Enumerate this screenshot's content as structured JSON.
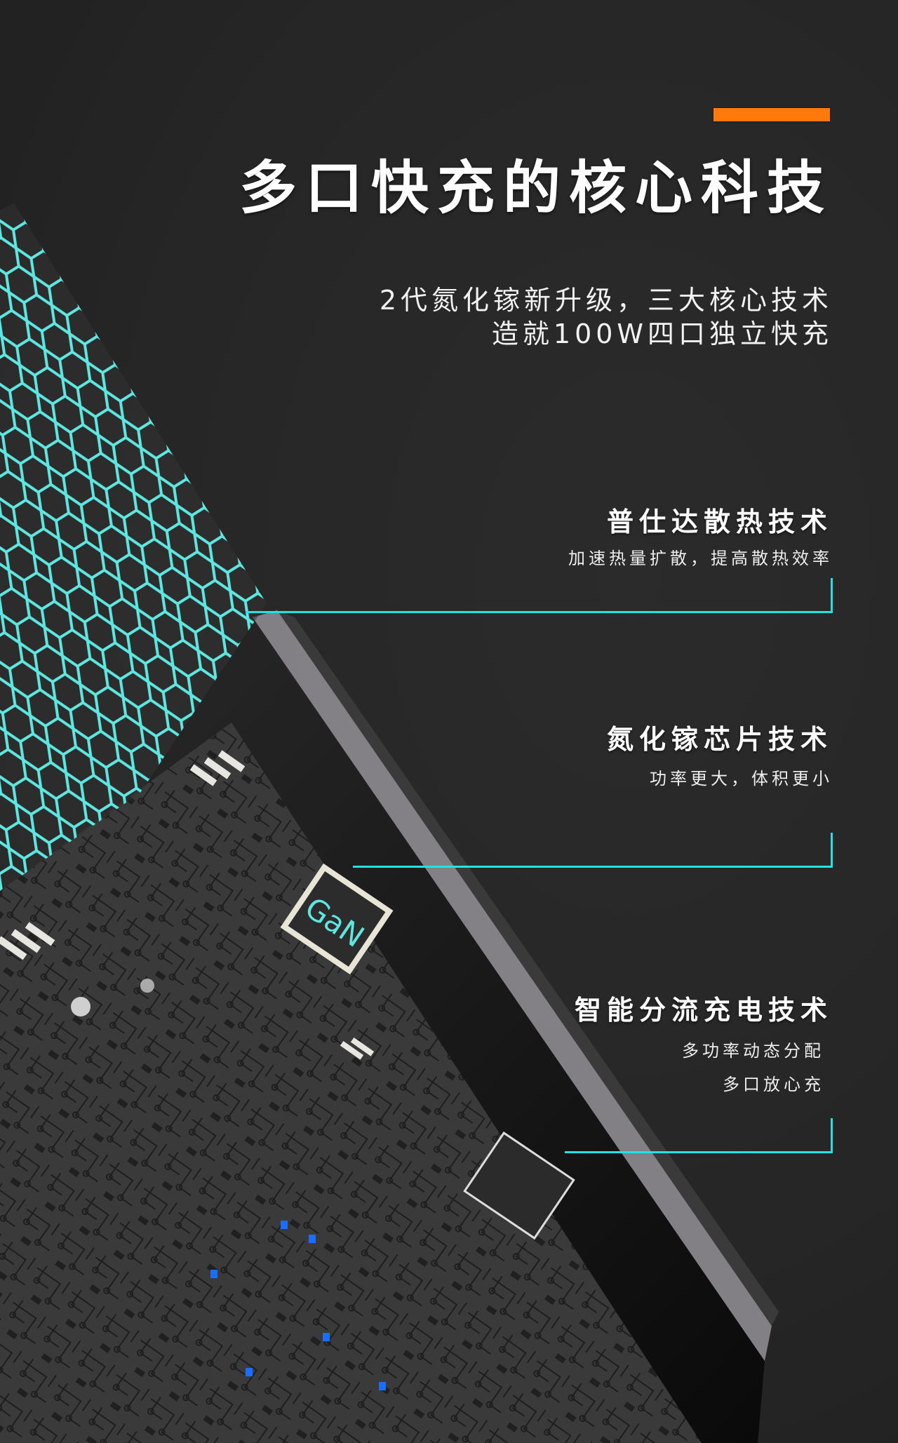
{
  "colors": {
    "background": "#262626",
    "accent_orange": "#ff7a0a",
    "connector_cyan": "#22e3e3",
    "honeycomb_cyan": "#5ee6e0",
    "text": "#ffffff"
  },
  "header": {
    "title": "多口快充的核心科技",
    "subtitle_lines": [
      "2代氮化镓新升级，三大核心技术",
      "造就100W四口独立快充"
    ]
  },
  "features": [
    {
      "title": "普仕达散热技术",
      "desc_lines": [
        "加速热量扩散，提高散热效率"
      ]
    },
    {
      "title": "氮化镓芯片技术",
      "desc_lines": [
        "功率更大，体积更小"
      ]
    },
    {
      "title": "智能分流充电技术",
      "desc_lines": [
        "多功率动态分配",
        "多口放心充"
      ]
    }
  ],
  "illustration": {
    "chip_label": "GaN",
    "icons": [
      "honeycomb-heatsink-icon",
      "circuit-board-icon",
      "gan-chip-icon"
    ]
  }
}
